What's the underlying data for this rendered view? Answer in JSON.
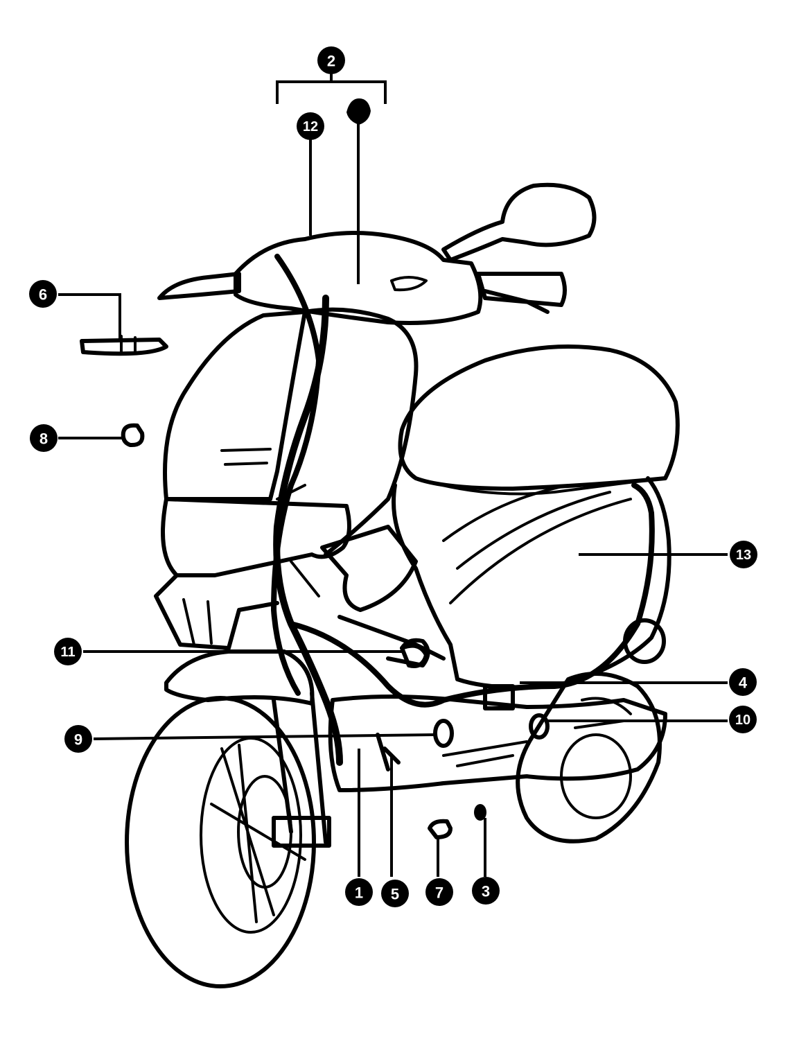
{
  "callouts": [
    {
      "id": "2",
      "label": "2"
    },
    {
      "id": "12",
      "label": "12"
    },
    {
      "id": "6",
      "label": "6"
    },
    {
      "id": "8",
      "label": "8"
    },
    {
      "id": "13",
      "label": "13"
    },
    {
      "id": "11",
      "label": "11"
    },
    {
      "id": "4",
      "label": "4"
    },
    {
      "id": "10",
      "label": "10"
    },
    {
      "id": "9",
      "label": "9"
    },
    {
      "id": "1",
      "label": "1"
    },
    {
      "id": "5",
      "label": "5"
    },
    {
      "id": "7",
      "label": "7"
    },
    {
      "id": "3",
      "label": "3"
    }
  ]
}
